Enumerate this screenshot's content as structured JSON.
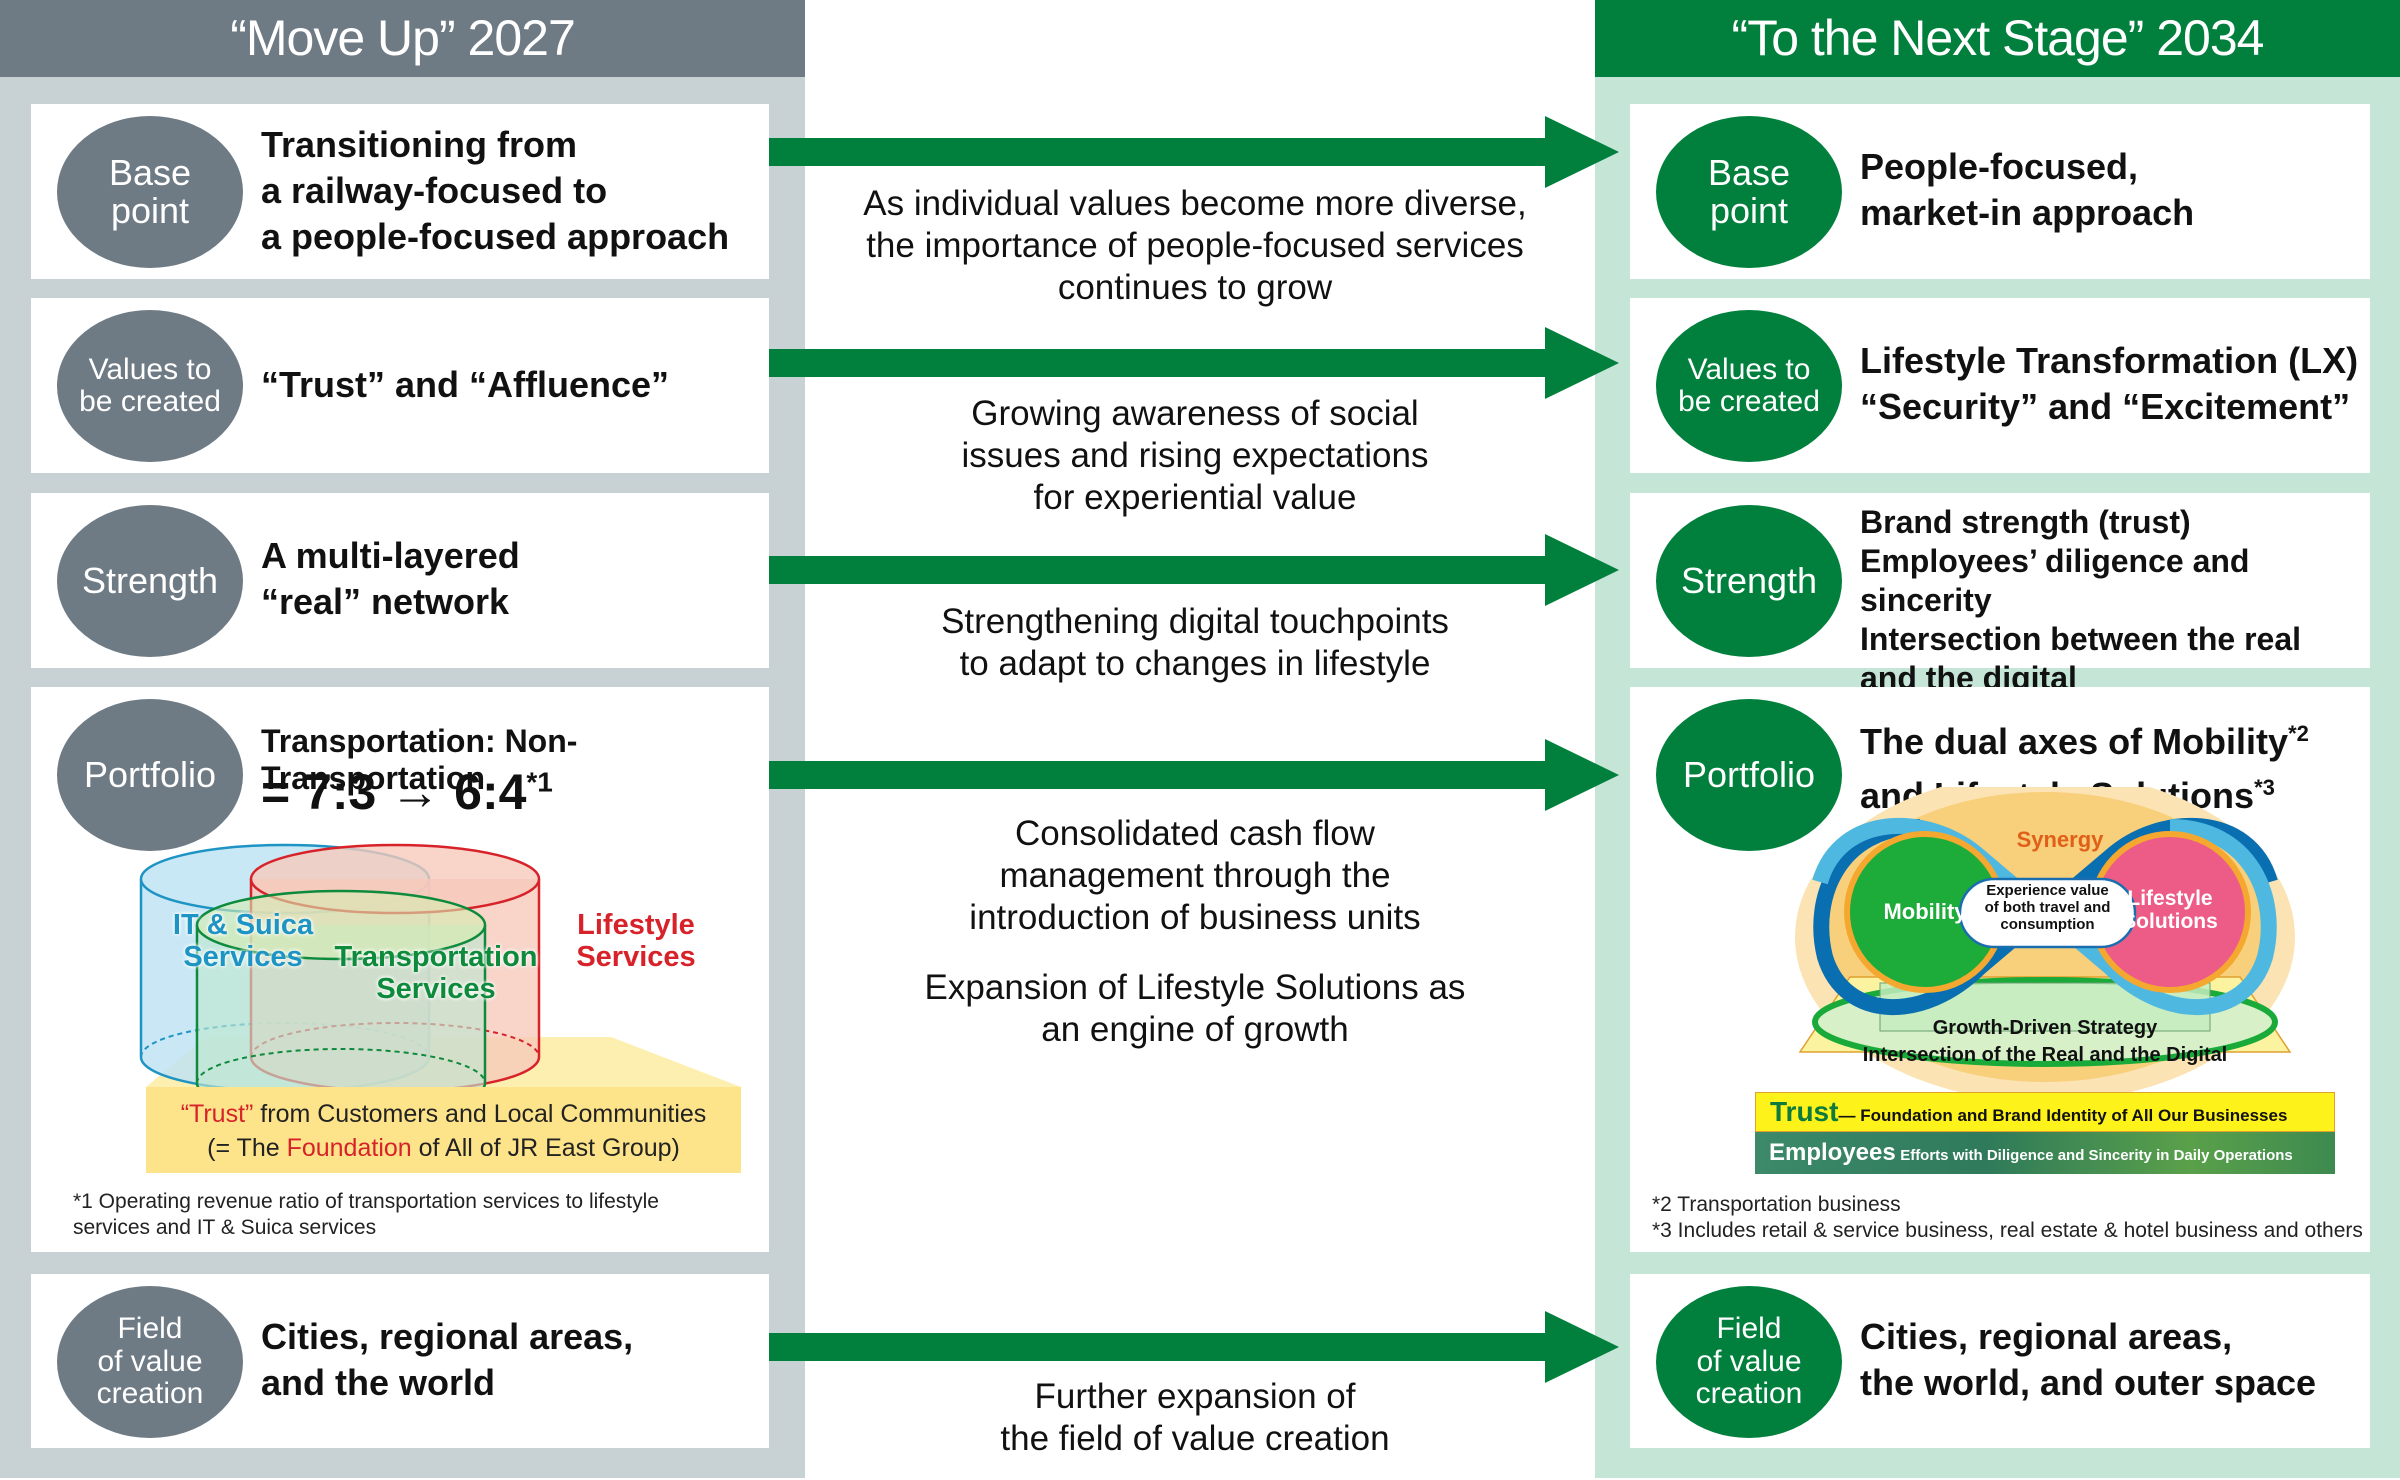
{
  "left_panel": {
    "title": "“Move Up” 2027",
    "rows": {
      "base_point": {
        "label": "Base\npoint",
        "text": "Transitioning from\na railway-focused to\na people-focused approach"
      },
      "values": {
        "label": "Values to\nbe created",
        "text": "“Trust” and “Affluence”"
      },
      "strength": {
        "label": "Strength",
        "text": "A multi-layered\n“real” network"
      },
      "portfolio": {
        "label": "Portfolio",
        "ratio_title": "Transportation: Non-Transportation",
        "ratio_value": "= 7:3 → 6:4",
        "ratio_note_mark": "*1",
        "cylinders": {
          "it_suica": "IT & Suica\nServices",
          "transportation": "Transportation\nServices",
          "lifestyle": "Lifestyle\nServices"
        },
        "trust_line1_red": "“Trust”",
        "trust_line1_rest": " from Customers and Local Communities",
        "trust_line2_pre": "(= The ",
        "trust_line2_red": "Foundation",
        "trust_line2_post": " of All of JR East Group)",
        "footnote": "*1 Operating revenue ratio of transportation services to lifestyle\n     services and IT & Suica services"
      },
      "field": {
        "label": "Field\nof value\ncreation",
        "text": "Cities, regional areas,\nand the world"
      }
    }
  },
  "right_panel": {
    "title": "“To the Next Stage” 2034",
    "rows": {
      "base_point": {
        "label": "Base\npoint",
        "text": "People-focused,\nmarket-in approach"
      },
      "values": {
        "label": "Values to\nbe created",
        "text": "Lifestyle Transformation (LX)\n“Security” and “Excitement”"
      },
      "strength": {
        "label": "Strength",
        "text": "Brand strength (trust)\nEmployees’ diligence and sincerity\nIntersection between the real\nand the digital"
      },
      "portfolio": {
        "label": "Portfolio",
        "title_line1": "The dual axes of Mobility",
        "title_mark1": "*2",
        "title_line2": "and Lifestyle Solutions",
        "title_mark2": "*3",
        "diagram": {
          "synergy": "Synergy",
          "mobility": "Mobility",
          "center": "Experience value\nof both travel and\nconsumption",
          "lifestyle": "Lifestyle\nSolutions",
          "growth": "Growth-Driven Strategy",
          "intersection": "Intersection of the Real and the Digital",
          "trust_word": "Trust",
          "trust_text": "— Foundation and Brand Identity of All Our Businesses",
          "employees_word": "Employees",
          "employees_text": "Efforts with Diligence and Sincerity in Daily Operations"
        },
        "footnote2": "*2 Transportation business",
        "footnote3": "*3 Includes retail & service business, real estate & hotel business and others"
      },
      "field": {
        "label": "Field\nof value\ncreation",
        "text": "Cities, regional areas,\nthe world, and outer space"
      }
    }
  },
  "middle": {
    "drivers": [
      "As individual values become more diverse,\nthe importance of people-focused services\ncontinues to grow",
      "Growing awareness of social\nissues and rising expectations\nfor experiential value",
      "Strengthening digital touchpoints\nto adapt to changes in lifestyle",
      "Consolidated cash flow\nmanagement through the\nintroduction of business units",
      "Expansion of Lifestyle Solutions as\nan engine of growth",
      "Further expansion of\nthe field of value creation"
    ]
  },
  "colors": {
    "left_header": "#6e7a84",
    "left_bg": "#c8d2d4",
    "right_header": "#00803c",
    "right_bg": "#c5e5d6",
    "arrow": "#00803c",
    "it_suica": "#1e94c4",
    "transportation": "#0e8a3c",
    "lifestyle": "#d8222a"
  }
}
